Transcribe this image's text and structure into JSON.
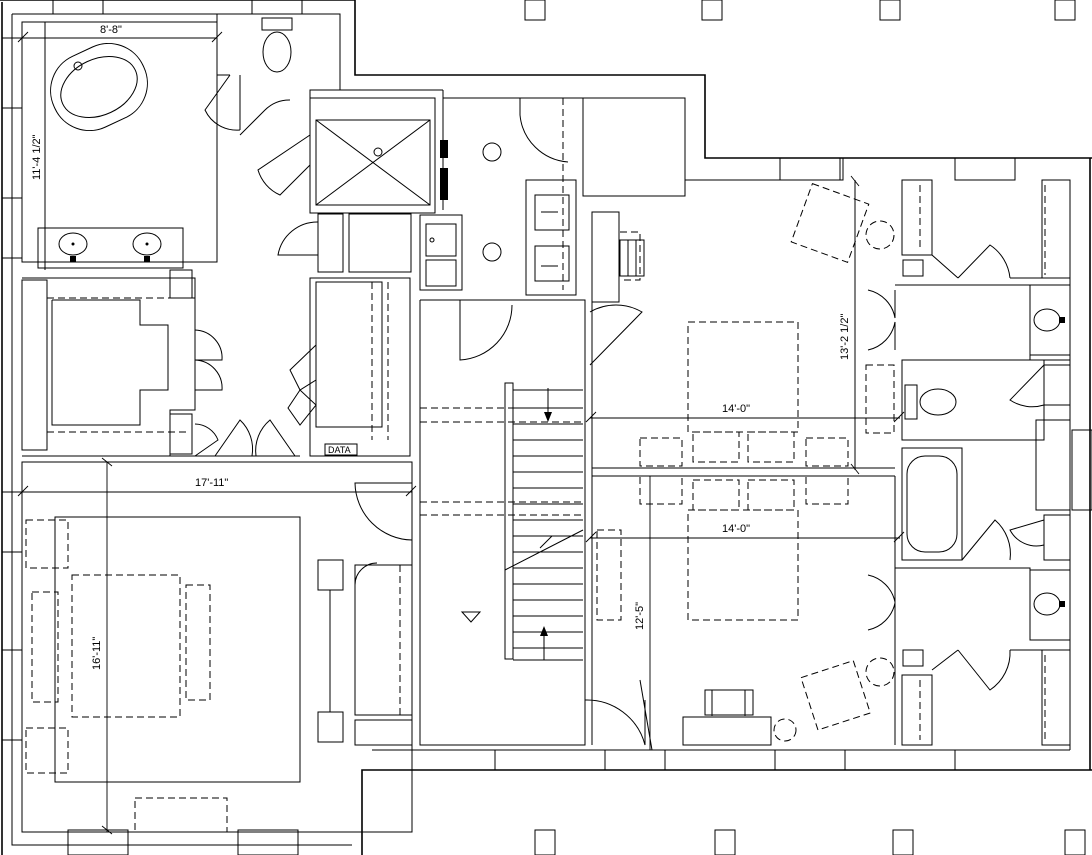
{
  "dimensions": {
    "master_bath_width": "8'-8\"",
    "master_bath_depth": "11'-4 1/2\"",
    "master_bedroom_width": "17'-11\"",
    "master_bedroom_depth": "16'-11\"",
    "upper_room_depth": "13'-2 1/2\"",
    "upper_room_width": "14'-0\"",
    "lower_room_width": "14'-0\"",
    "lower_room_depth": "12'-5\""
  },
  "labels": {
    "data_outlet": "DATA"
  },
  "icons": [
    "bathtub-icon",
    "toilet-icon",
    "shower-icon",
    "sink-icon",
    "stair-arrow-icon",
    "north-triangle-icon"
  ]
}
